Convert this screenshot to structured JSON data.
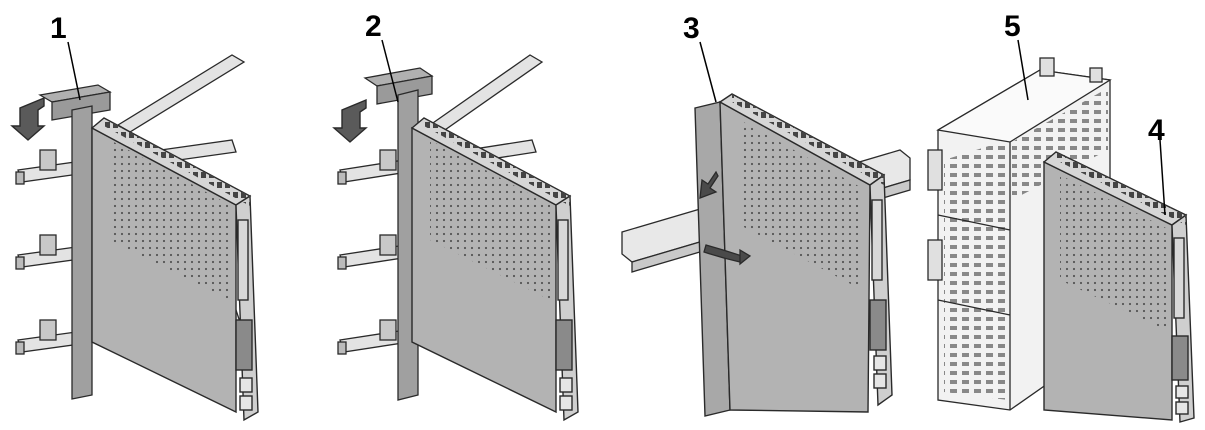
{
  "callouts": [
    {
      "id": "1",
      "text": "1"
    },
    {
      "id": "2",
      "text": "2"
    },
    {
      "id": "3",
      "text": "3"
    },
    {
      "id": "4",
      "text": "4"
    },
    {
      "id": "5",
      "text": "5"
    }
  ],
  "colors": {
    "module_body": "#b3b3b3",
    "module_front": "#cfcfcf",
    "bar_face": "#e3e3e3",
    "bracket": "#9a9a9a",
    "outline": "#2a2a2a",
    "base_unit": "#f2f2f2"
  }
}
